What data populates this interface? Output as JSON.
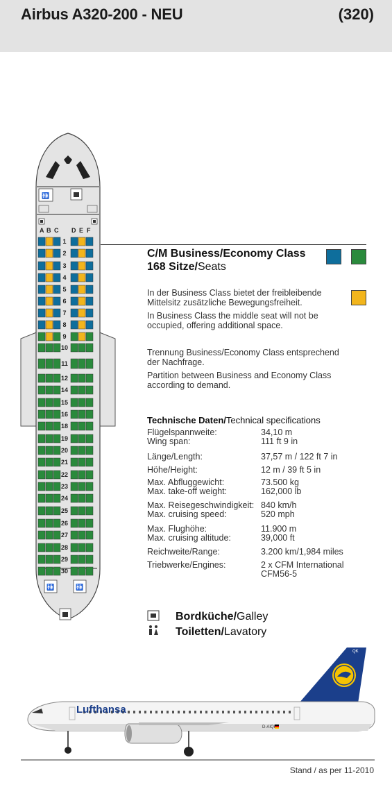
{
  "header": {
    "title": "Airbus A320-200 - NEU",
    "code": "(320)"
  },
  "colors": {
    "business": "#0e6e9c",
    "economy": "#2a8a3c",
    "middle_seat": "#f2b51c",
    "header_bg": "#e3e3e3",
    "fuselage": "#e4e4e4"
  },
  "seat_map": {
    "columns_left": [
      "A",
      "B",
      "C"
    ],
    "columns_right": [
      "D",
      "E",
      "F"
    ],
    "rows": [
      {
        "n": "1",
        "cls": "business"
      },
      {
        "n": "2",
        "cls": "business"
      },
      {
        "n": "3",
        "cls": "business"
      },
      {
        "n": "4",
        "cls": "business"
      },
      {
        "n": "5",
        "cls": "business"
      },
      {
        "n": "6",
        "cls": "business"
      },
      {
        "n": "7",
        "cls": "business"
      },
      {
        "n": "8",
        "cls": "business"
      },
      {
        "n": "9",
        "cls": "mixed"
      },
      {
        "n": "10",
        "cls": "economy"
      },
      {
        "n": "11",
        "cls": "economy"
      },
      {
        "n": "12",
        "cls": "economy"
      },
      {
        "n": "14",
        "cls": "economy"
      },
      {
        "n": "15",
        "cls": "economy"
      },
      {
        "n": "16",
        "cls": "economy"
      },
      {
        "n": "18",
        "cls": "economy"
      },
      {
        "n": "19",
        "cls": "economy"
      },
      {
        "n": "20",
        "cls": "economy"
      },
      {
        "n": "21",
        "cls": "economy"
      },
      {
        "n": "22",
        "cls": "economy"
      },
      {
        "n": "23",
        "cls": "economy"
      },
      {
        "n": "24",
        "cls": "economy"
      },
      {
        "n": "25",
        "cls": "economy"
      },
      {
        "n": "26",
        "cls": "economy"
      },
      {
        "n": "27",
        "cls": "economy"
      },
      {
        "n": "28",
        "cls": "economy"
      },
      {
        "n": "29",
        "cls": "economy"
      },
      {
        "n": "30",
        "cls": "economy"
      }
    ]
  },
  "cabin": {
    "title": "C/M Business/Economy Class",
    "seats_bold": "168 Sitze/",
    "seats_rest": "Seats",
    "note_de_1": "In der Business Class bietet der freibleibende Mittelsitz zusätzliche Bewegungsfreiheit.",
    "note_en_1": "In Business Class the middle seat will not be occupied, offering additional space.",
    "note_de_2": "Trennung Business/Economy Class entsprechend der Nachfrage.",
    "note_en_2": "Partition between Business and Economy Class according to demand."
  },
  "specs": {
    "heading_bold": "Technische Daten/",
    "heading_rest": "Technical specifications",
    "items": [
      {
        "label": "Flügelspannweite:\nWing span:",
        "value": "34,10 m\n111 ft 9 in"
      },
      {
        "label": "Länge/Length:",
        "value": "37,57 m / 122 ft 7 in"
      },
      {
        "label": "Höhe/Height:",
        "value": "12 m / 39 ft 5 in"
      },
      {
        "label": "Max. Abfluggewicht:\nMax. take-off weight:",
        "value": "73.500 kg\n162,000 lb"
      },
      {
        "label": "Max. Reisegeschwindigkeit:\nMax. cruising speed:",
        "value": "840 km/h\n520 mph"
      },
      {
        "label": "Max. Flughöhe:\nMax. cruising altitude:",
        "value": "11.900 m\n39,000 ft"
      },
      {
        "label": "Reichweite/Range:",
        "value": "3.200 km/1,984 miles"
      },
      {
        "label": "Triebwerke/Engines:",
        "value": "2 x CFM International\nCFM56-5"
      }
    ]
  },
  "legend": {
    "galley_bold": "Bordküche/",
    "galley_rest": "Galley",
    "lavatory_bold": "Toiletten/",
    "lavatory_rest": "Lavatory"
  },
  "aircraft": {
    "airline": "Lufthansa",
    "registration": "D-AIQK",
    "tail_code": "QK"
  },
  "footer": {
    "stand": "Stand / as per 11-2010"
  }
}
